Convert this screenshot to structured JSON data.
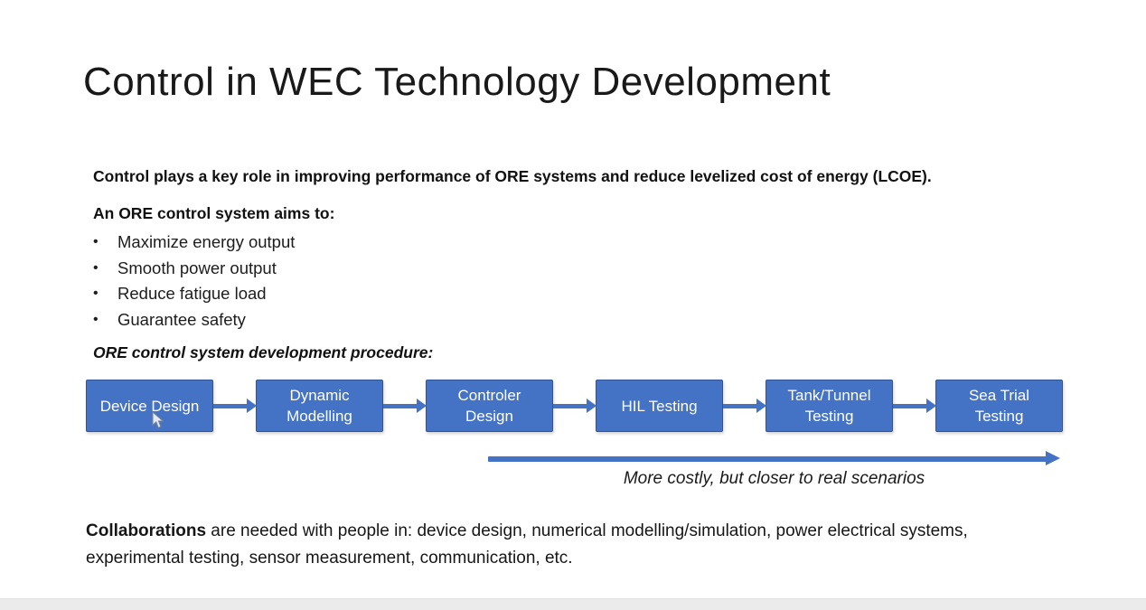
{
  "slide": {
    "title": "Control in WEC Technology Development",
    "intro": "Control plays a key role in improving performance of ORE systems and reduce levelized cost of energy (LCOE).",
    "aims_heading": "An ORE control system aims to:",
    "aims": [
      "Maximize energy output",
      "Smooth power output",
      "Reduce fatigue load",
      "Guarantee safety"
    ],
    "procedure_heading": "ORE control system development procedure:",
    "flow_steps": [
      "Device Design",
      "Dynamic Modelling",
      "Controler Design",
      "HIL Testing",
      "Tank/Tunnel Testing",
      "Sea Trial Testing"
    ],
    "arrow_caption": "More costly, but closer to real scenarios",
    "collab_bold": "Collaborations",
    "collab_rest": " are needed with people in: device design, numerical modelling/simulation, power electrical systems, experimental testing, sensor measurement, communication, etc.",
    "colors": {
      "box_fill": "#4472C4",
      "box_border": "#2F5597",
      "arrow": "#4472C4",
      "footer_strip": "#EBEBEB"
    }
  }
}
